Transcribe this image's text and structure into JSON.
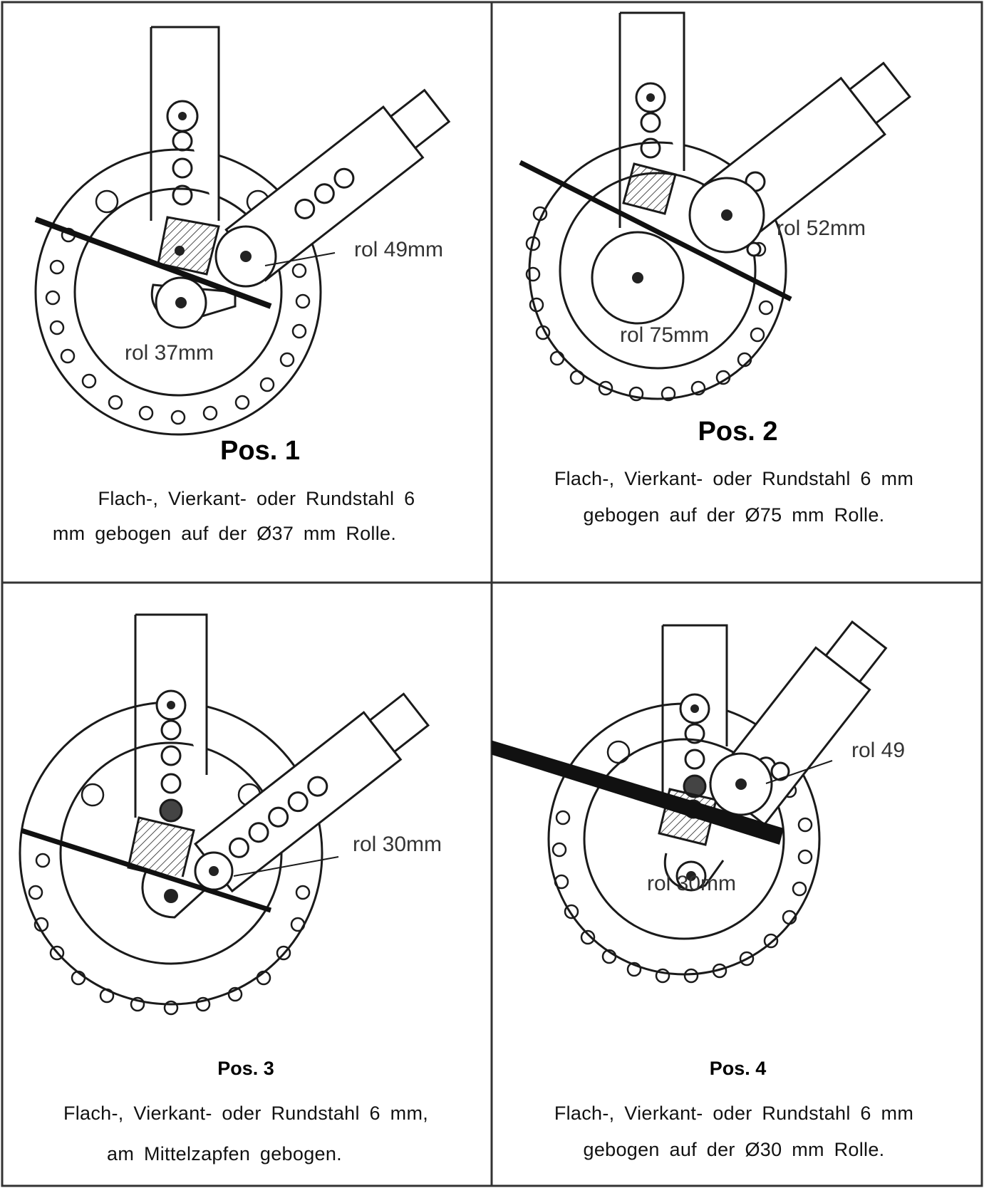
{
  "panels": [
    {
      "title": "Pos.  1",
      "caption": [
        "Flach-, Vierkant- oder Rundstahl 6",
        "mm gebogen auf der Ø37 mm Rolle."
      ],
      "labels": {
        "a": "rol 49mm",
        "b": "rol 37mm"
      }
    },
    {
      "title": "Pos.  2",
      "caption": [
        "Flach-, Vierkant- oder Rundstahl 6 mm",
        "gebogen auf der Ø75 mm Rolle."
      ],
      "labels": {
        "a": "rol 52mm",
        "b": "rol 75mm"
      }
    },
    {
      "title": "Pos.  3",
      "caption": [
        "Flach-, Vierkant- oder Rundstahl 6 mm,",
        "am Mittelzapfen gebogen."
      ],
      "labels": {
        "a": "rol 30mm"
      }
    },
    {
      "title": "Pos.  4",
      "caption": [
        "Flach-, Vierkant- oder Rundstahl 6 mm",
        "gebogen auf der Ø30 mm Rolle."
      ],
      "labels": {
        "a": "rol 49",
        "b": "rol 30mm"
      }
    }
  ],
  "colors": {
    "line": "#1a1a1a",
    "bar": "#111111",
    "border": "#333333"
  }
}
